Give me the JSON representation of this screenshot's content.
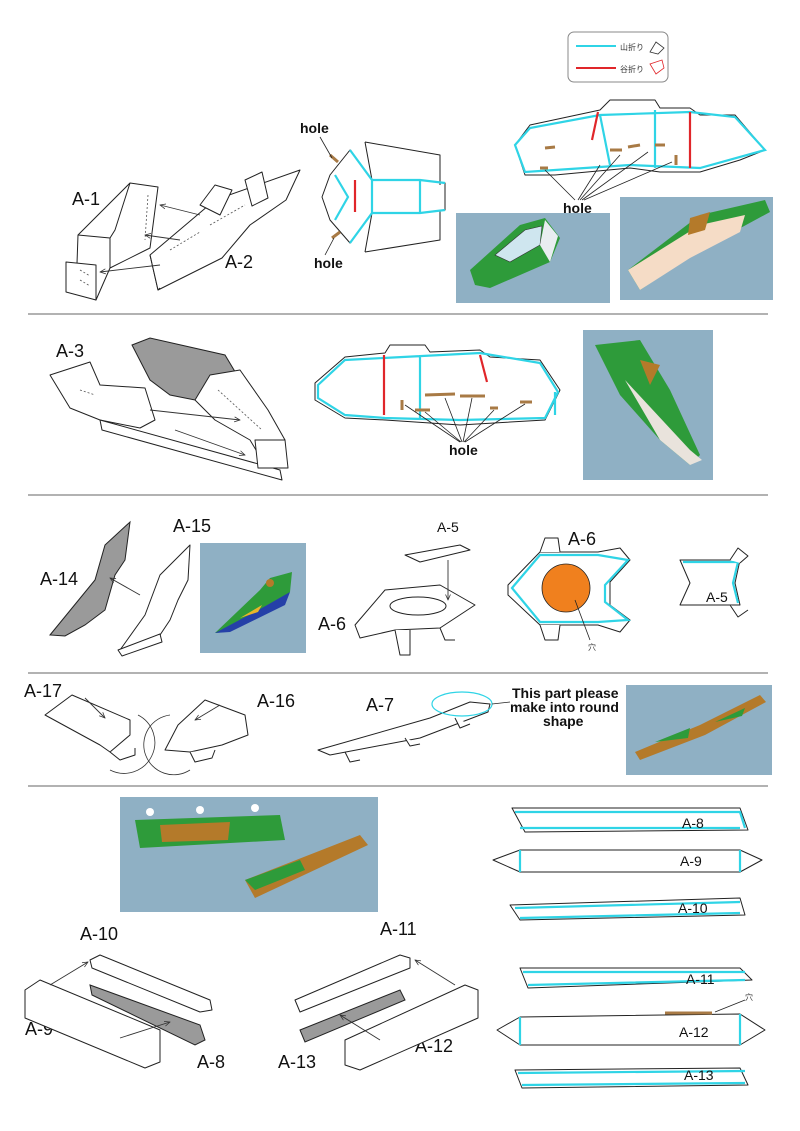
{
  "legend": {
    "mountain_fold": "山折り",
    "valley_fold": "谷折り",
    "colors": {
      "mountain": "#2fd4e6",
      "valley": "#e0262a",
      "hole": "#a87a45",
      "paper_bg": "#8fb0c4",
      "orange": "#f0801e"
    }
  },
  "labels": {
    "a1": "A-1",
    "a2": "A-2",
    "a3": "A-3",
    "a5": "A-5",
    "a6": "A-6",
    "a7": "A-7",
    "a8": "A-8",
    "a9": "A-9",
    "a10": "A-10",
    "a11": "A-11",
    "a12": "A-12",
    "a13": "A-13",
    "a14": "A-14",
    "a15": "A-15",
    "a16": "A-16",
    "a17": "A-17",
    "hole": "hole",
    "ana": "穴",
    "round_note_1": "This part please",
    "round_note_2": "make into round",
    "round_note_3": "shape"
  }
}
